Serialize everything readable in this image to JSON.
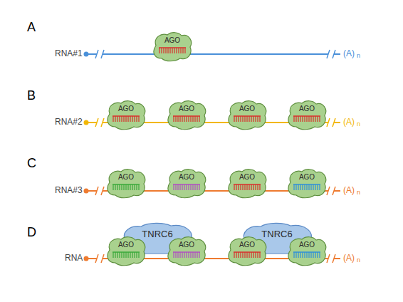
{
  "diagram": {
    "nodes": [
      {
        "text": [
          "AGO"
        ]
      },
      {
        "text": [
          "AGO"
        ]
      },
      {
        "text": [
          "AGO"
        ]
      },
      {
        "text": [
          "AGO"
        ]
      },
      {
        "text": [
          "AGO"
        ]
      },
      {
        "text": [
          "AGO"
        ]
      },
      {
        "text": [
          "AGO"
        ]
      },
      {
        "text": [
          "AGO"
        ]
      },
      {
        "text": [
          "AGO"
        ]
      },
      {
        "text": [
          "TNRC6"
        ]
      },
      {
        "text": [
          "TNRC6"
        ]
      },
      {
        "text": [
          "AGO"
        ]
      },
      {
        "text": [
          "AGO"
        ]
      },
      {
        "text": [
          "AGO"
        ]
      },
      {
        "text": [
          "AGO"
        ]
      }
    ],
    "labels": [
      "A",
      "RNA#1",
      "(A)",
      "n",
      "B",
      "RNA#2",
      "(A)",
      "n",
      "C",
      "RNA#3",
      "(A)",
      "n",
      "D",
      "RNA",
      "(A)",
      "n"
    ]
  }
}
